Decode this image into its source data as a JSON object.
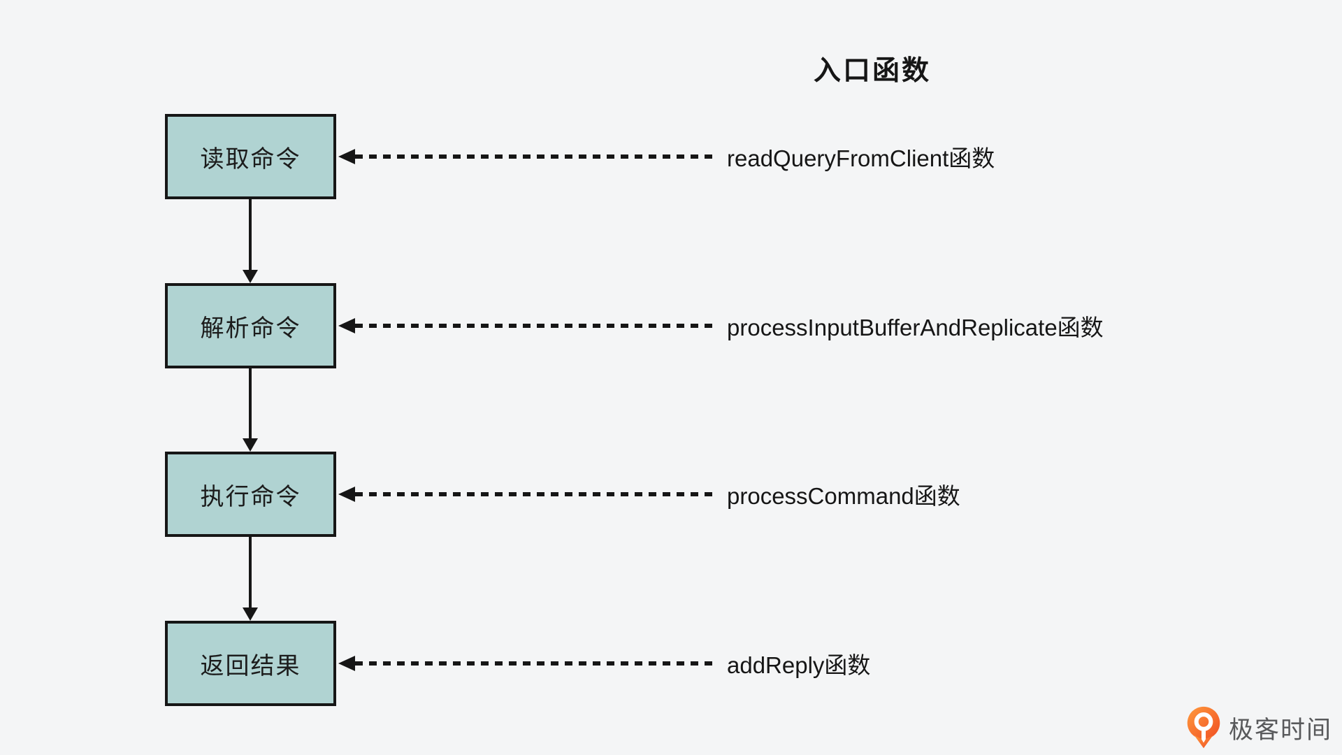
{
  "diagram": {
    "title": "入口函数",
    "steps": [
      {
        "box_label": "读取命令",
        "function_label": "readQueryFromClient函数"
      },
      {
        "box_label": "解析命令",
        "function_label": "processInputBufferAndReplicate函数"
      },
      {
        "box_label": "执行命令",
        "function_label": "processCommand函数"
      },
      {
        "box_label": "返回结果",
        "function_label": "addReply函数"
      }
    ],
    "colors": {
      "background": "#f4f5f6",
      "box_fill": "#b0d3d2",
      "box_border": "#161616",
      "arrow": "#161616",
      "text": "#161616"
    }
  },
  "footer": {
    "brand": "极客时间",
    "brand_icon": "geektime-logo-icon",
    "icon_color_top": "#ff9a3d",
    "icon_color_bottom": "#f04f23",
    "text_color": "#58595b"
  }
}
